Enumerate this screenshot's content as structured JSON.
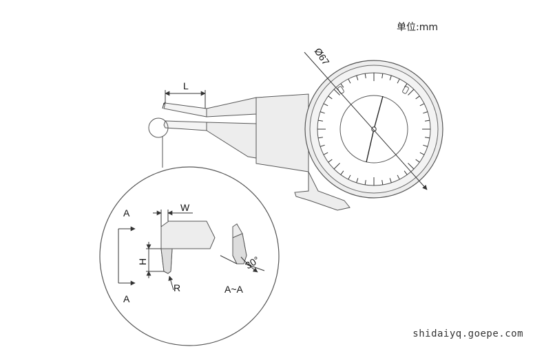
{
  "unit_note": "单位:mm",
  "watermark": "shidaiyq.goepe.com",
  "labels": {
    "dial_diameter": "Ø67",
    "length": "L",
    "width": "W",
    "height": "H",
    "radius": "R",
    "angle": "30°",
    "section_top": "A",
    "section_bottom": "A",
    "section_name": "A~A"
  },
  "colors": {
    "line": "#444444",
    "body_fill": "#ededed",
    "shade_fill": "#d8d8d8",
    "text": "#111111"
  }
}
